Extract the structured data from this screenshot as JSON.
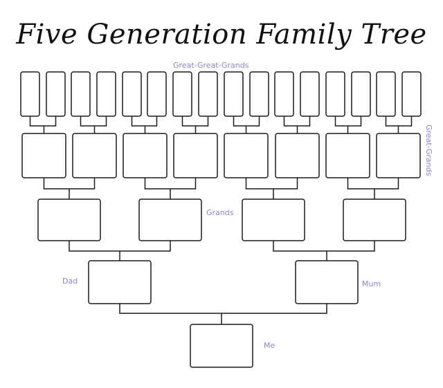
{
  "title": "Five Generation Family Tree",
  "labels": {
    "great_great_grands": "Great-Great-Grands",
    "great_grands": "Great-Grands",
    "grands": "Grands",
    "dad": "Dad",
    "mum": "Mum",
    "me": "Me"
  },
  "colors": {
    "label": "#8a86c8",
    "stroke": "#1a1a1a",
    "background": "#ffffff"
  }
}
